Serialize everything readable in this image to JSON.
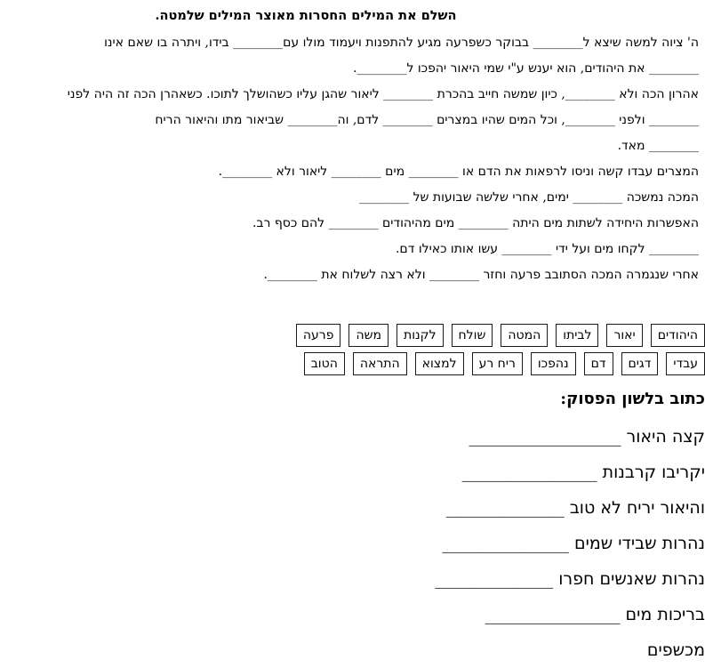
{
  "exercise": {
    "title": "השלם את המילים החסרות מאוצר המילים שלמטה.",
    "lines": [
      "ה' ציוה למשה שיצא ל________ בבוקר כשפרעה מגיע להתפנות ויעמוד מולו עם________ בידו, ויתרה בו שאם אינו",
      "________ את היהודים, הוא יענש ע\"י שמי היאור יהפכו ל________.",
      "אהרון הכה ולא ________, כיון שמשה חייב בהכרת ________ ליאור שהגן עליו כשהושלך לתוכו. כשאהרן הכה זה היה לפני",
      "________ ולפני ________, וכל המים שהיו במצרים ________ לדם, וה________ שביאור מתו והיאור הריח",
      "________ מאד.",
      "המצרים עבדו קשה וניסו לרפאות את הדם או ________ מים ________ ליאור ולא ________.",
      "המכה נמשכה ________ ימים, אחרי שלשה שבועות של ________",
      "האפשרות היחידה לשתות מים היתה ________ מים מהיהודים ________ להם כסף רב.",
      "________ לקחו מים ועל ידי ________ עשו אותו כאילו דם.",
      "אחרי שנגמרה המכה הסתובב פרעה וחזר ________ ולא רצה לשלוח את ________."
    ]
  },
  "word_bank": {
    "row1": [
      "היהודים",
      "יאור",
      "לביתו",
      "המטה",
      "שולח",
      "לקנות",
      "משה",
      "פרעה"
    ],
    "row2": [
      "עבדי",
      "דגים",
      "דם",
      "נהפכו",
      "ריח רע",
      "למצוא",
      "התראה",
      "הטוב"
    ]
  },
  "verse_section": {
    "heading": "כתוב בלשון הפסוק:",
    "items": [
      "קצה היאור __________________",
      "יקריבו קרבנות ________________",
      "והיאור יריח לא טוב ______________",
      "נהרות שבידי שמים _______________",
      "נהרות שאנשים חפרו ______________",
      "בריכות מים ________________",
      "מכשפים"
    ]
  }
}
